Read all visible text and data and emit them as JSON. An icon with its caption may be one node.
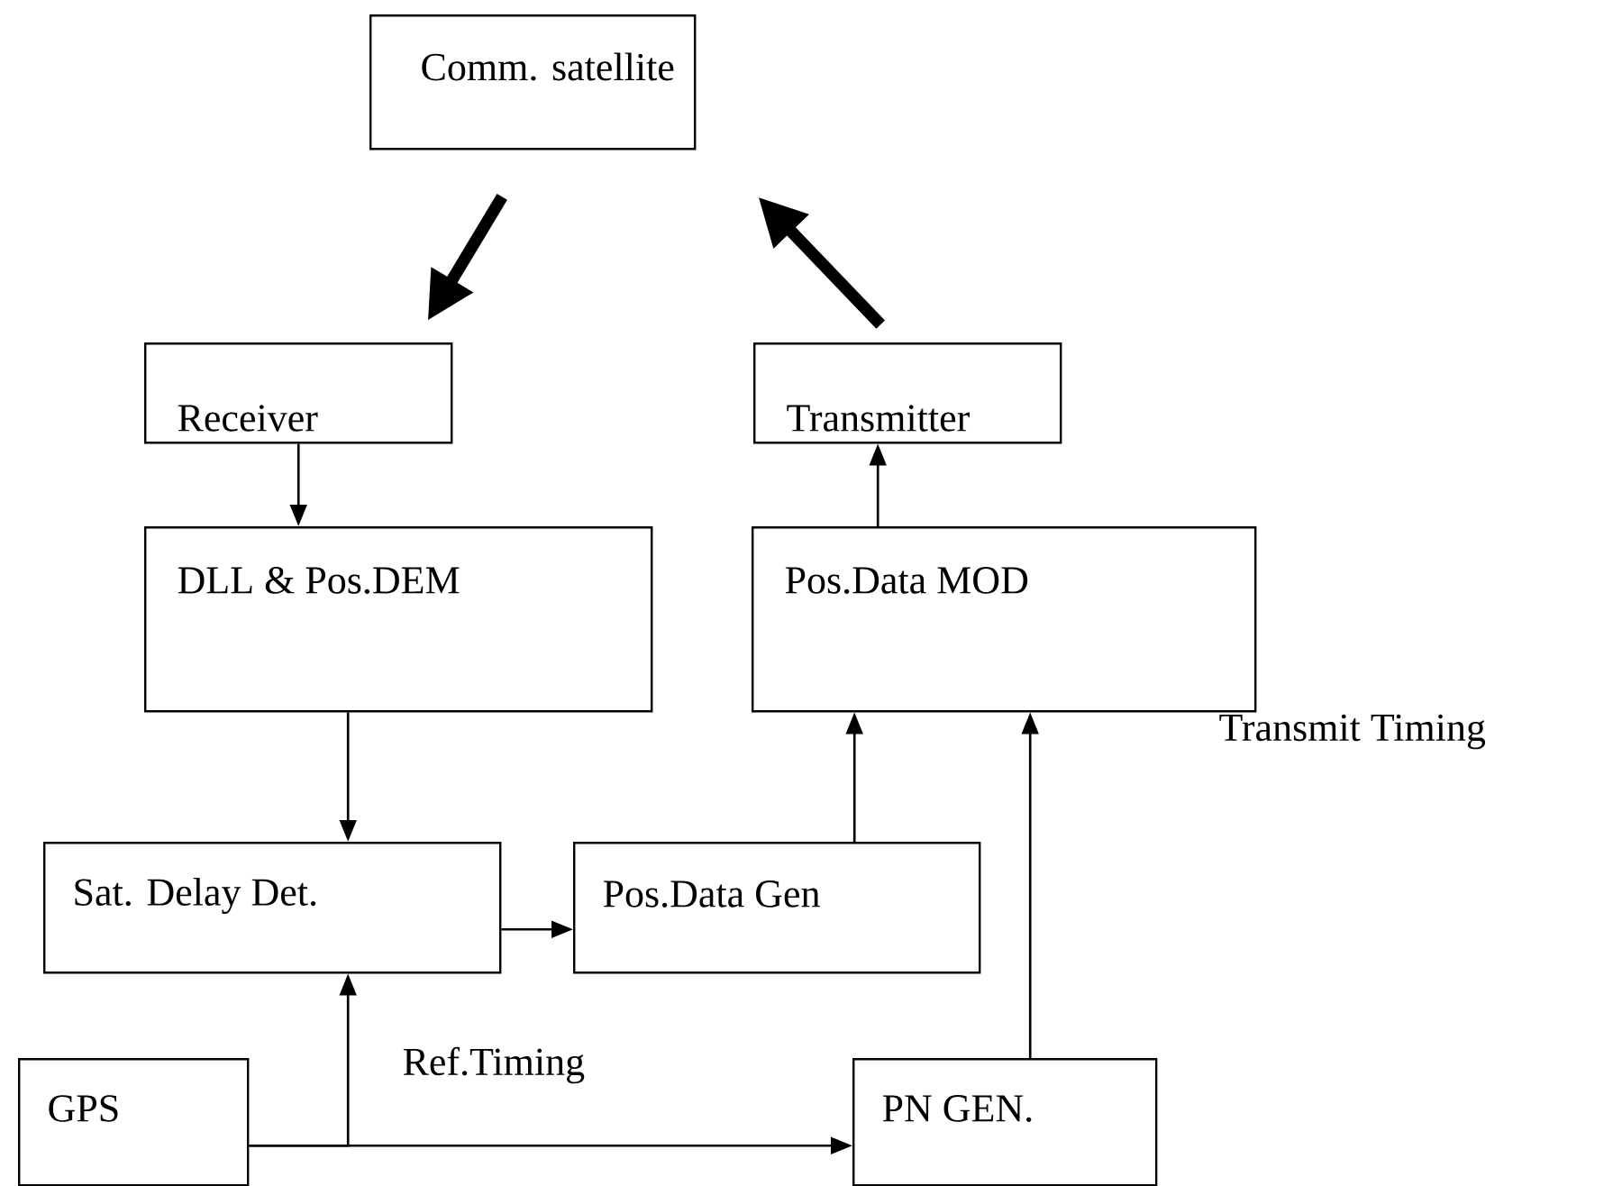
{
  "diagram": {
    "nodes": [
      {
        "text": [
          "Comm. satellite"
        ]
      },
      {
        "text": [
          "Receiver"
        ]
      },
      {
        "text": [
          "Transmitter"
        ]
      },
      {
        "text": [
          "DLL & Pos.DEM"
        ]
      },
      {
        "text": [
          "Pos.Data MOD"
        ]
      },
      {
        "text": [
          "Sat. Delay Det."
        ]
      },
      {
        "text": [
          "Pos.Data Gen"
        ]
      },
      {
        "text": [
          "GPS"
        ]
      },
      {
        "text": [
          "PN GEN."
        ]
      }
    ],
    "edges": [
      {
        "from": 0,
        "to": 1,
        "arrow": "to",
        "style": "thick"
      },
      {
        "from": 2,
        "to": 0,
        "arrow": "to",
        "style": "thick"
      },
      {
        "from": 1,
        "to": 3,
        "arrow": "to"
      },
      {
        "from": 3,
        "to": 5,
        "arrow": "to"
      },
      {
        "from": 5,
        "to": 6,
        "arrow": "to"
      },
      {
        "from": 6,
        "to": 4,
        "arrow": "to"
      },
      {
        "from": 4,
        "to": 2,
        "arrow": "to"
      },
      {
        "from": 8,
        "to": 4,
        "arrow": "to"
      },
      {
        "from": 7,
        "to": 5,
        "arrow": "to"
      },
      {
        "from": 7,
        "to": 8,
        "arrow": "to"
      }
    ],
    "labels": [
      "Transmit Timing",
      "Ref.Timing"
    ]
  }
}
